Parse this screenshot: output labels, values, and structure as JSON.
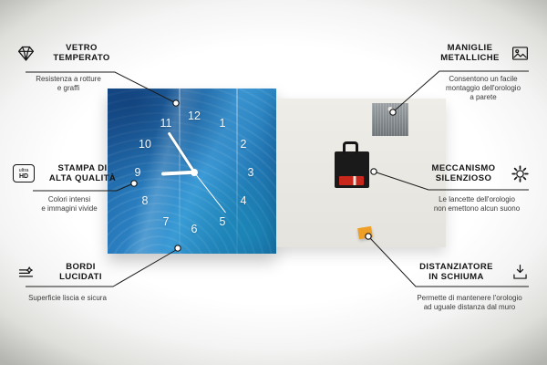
{
  "callouts": {
    "vetro": {
      "line1": "VETRO",
      "line2": "TEMPERATO",
      "desc1": "Resistenza a rotture",
      "desc2": "e graffi"
    },
    "stampa": {
      "line1": "STAMPA DI",
      "line2": "ALTA QUALITÀ",
      "desc1": "Colori intensi",
      "desc2": "e immagini vivide"
    },
    "bordi": {
      "line1": "BORDI",
      "line2": "LUCIDATI",
      "desc1": "Superficie liscia e sicura",
      "desc2": ""
    },
    "maniglie": {
      "line1": "MANIGLIE",
      "line2": "METALLICHE",
      "desc1": "Consentono un facile",
      "desc2": "montaggio dell'orologio",
      "desc3": "a parete"
    },
    "meccanismo": {
      "line1": "MECCANISMO",
      "line2": "SILENZIOSO",
      "desc1": "Le lancette dell'orologio",
      "desc2": "non emettono alcun suono"
    },
    "distanziatore": {
      "line1": "DISTANZIATORE",
      "line2": "IN SCHIUMA",
      "desc1": "Permette di mantenere l'orologio",
      "desc2": "ad uguale distanza dal muro"
    }
  },
  "icons": {
    "ultra_hd_top": "ultra",
    "ultra_hd_bottom": "HD",
    "icon_names": [
      "diamond-icon",
      "ultra-hd-icon",
      "polished-edges-icon",
      "picture-frame-icon",
      "gear-icon",
      "arrow-down-spacer-icon"
    ]
  },
  "clock": {
    "numbers": [
      "12",
      "1",
      "2",
      "3",
      "4",
      "5",
      "6",
      "7",
      "8",
      "9",
      "10",
      "11"
    ]
  },
  "colors": {
    "face_blue": "#2a7fc0",
    "back_panel": "#eceae4",
    "mechanism_black": "#1a1a1a",
    "battery_red": "#c8281c",
    "spacer_orange": "#f09f26",
    "plate_gray": "#7d8386",
    "connector_line": "#1c1c1c"
  }
}
